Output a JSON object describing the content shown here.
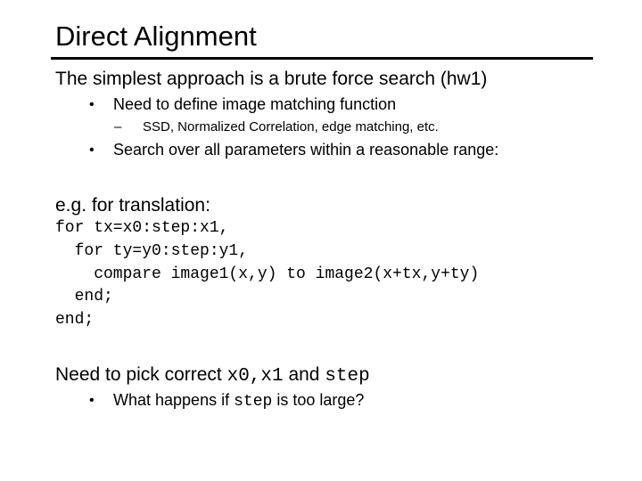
{
  "slide": {
    "title": "Direct Alignment",
    "intro": "The simplest approach is a brute force search (hw1)",
    "bullet_char": "•",
    "dash_char": "–",
    "bullets": [
      "Need to define image matching function",
      "Search over all parameters within a reasonable range:"
    ],
    "sub_bullet": "SSD, Normalized Correlation, edge matching, etc.",
    "example_heading": "e.g. for translation:",
    "code_lines": [
      "for tx=x0:step:x1,",
      "  for ty=y0:step:y1,",
      "    compare image1(x,y) to image2(x+tx,y+ty)",
      "  end;",
      "end;"
    ],
    "pick": {
      "prefix": "Need to pick correct ",
      "code1": "x0,x1",
      "mid": " and ",
      "code2": "step"
    },
    "question": {
      "prefix": "What happens if ",
      "code": "step",
      "suffix": " is too large?"
    }
  }
}
